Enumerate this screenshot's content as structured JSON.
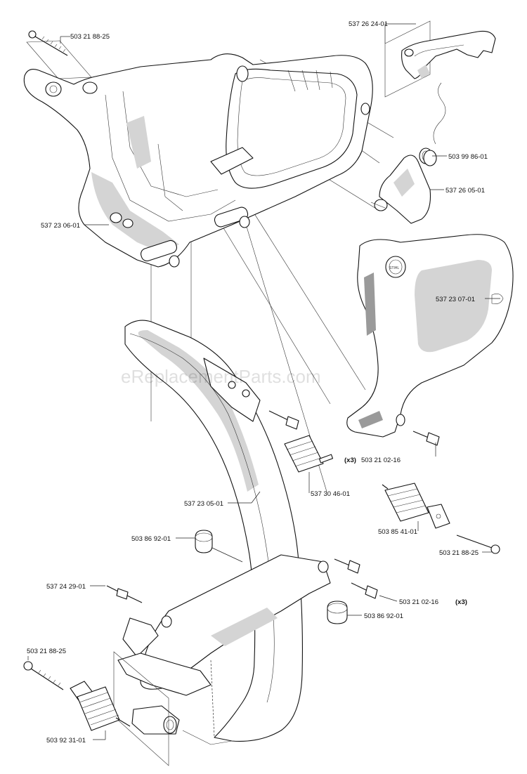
{
  "watermark": "eReplacementParts.com",
  "labels": {
    "p503_21_88_25_top": "503 21 88-25",
    "p537_26_24_01": "537 26 24-01",
    "p503_99_86_01": "503 99 86-01",
    "p537_26_05_01": "537 26 05-01",
    "p537_23_06_01": "537 23 06-01",
    "p537_23_07_01": "537 23 07-01",
    "p503_21_02_16_right_qty": "(x3)",
    "p503_21_02_16_right": "503 21 02-16",
    "p537_30_46_01": "537 30 46-01",
    "p537_23_05_01": "537 23 05-01",
    "p503_85_41_01": "503 85 41-01",
    "p503_86_92_01_upper": "503 86 92-01",
    "p503_21_88_25_mid": "503 21 88-25",
    "p537_24_29_01": "537 24 29-01",
    "p503_21_02_16_lower": "503 21 02-16",
    "p503_21_02_16_lower_qty": "(x3)",
    "p503_86_92_01_lower": "503 86 92-01",
    "p503_21_88_25_bottom": "503 21 88-25",
    "p503_92_31_01": "503 92 31-01"
  }
}
